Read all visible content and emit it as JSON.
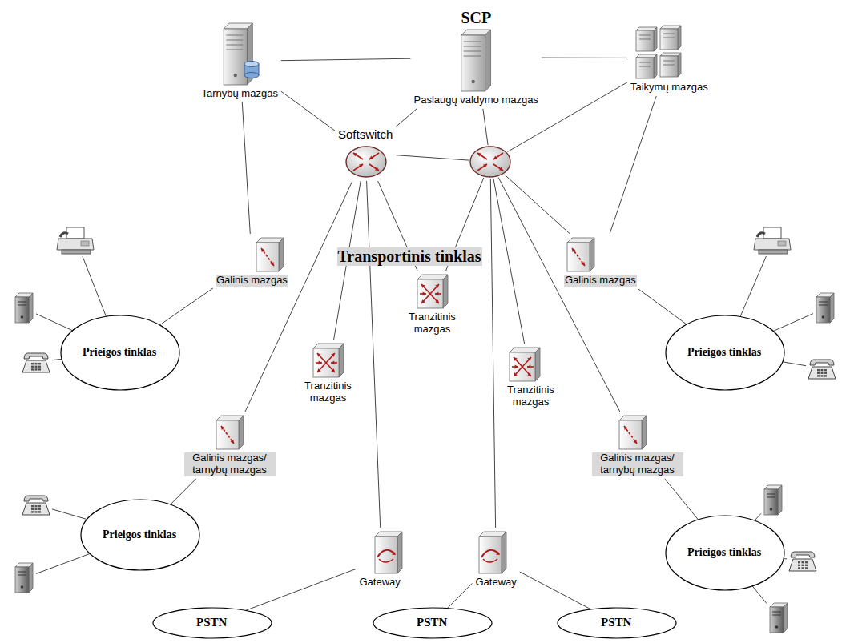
{
  "diagram": {
    "nodes": [
      {
        "text": [
          "Tarnybų mazgas"
        ]
      },
      {
        "text": [
          "SCP",
          "Paslaugų valdymo mazgas"
        ]
      },
      {
        "text": [
          "Taikymų mazgas"
        ]
      },
      {
        "text": [
          "Softswitch"
        ]
      },
      {
        "text": [
          "Transportinis tinklas"
        ]
      },
      {
        "text": [
          "Galinis mazgas"
        ],
        "in": 4
      },
      {
        "text": [
          "Galinis mazgas"
        ],
        "in": 4
      },
      {
        "text": [
          "Tranzitinis mazgas"
        ],
        "in": 4
      },
      {
        "text": [
          "Tranzitinis mazgas"
        ],
        "in": 4
      },
      {
        "text": [
          "Tranzitinis mazgas"
        ],
        "in": 4
      },
      {
        "text": [
          "Galinis mazgas/ tarnybų mazgas"
        ],
        "in": 4
      },
      {
        "text": [
          "Galinis mazgas/ tarnybų mazgas"
        ],
        "in": 4
      },
      {
        "text": [
          "Gateway"
        ],
        "in": 4
      },
      {
        "text": [
          "Gateway"
        ],
        "in": 4
      },
      {
        "text": [
          "Prieigos tinklas"
        ]
      },
      {
        "text": [
          "Prieigos tinklas"
        ]
      },
      {
        "text": [
          "Prieigos tinklas"
        ]
      },
      {
        "text": [
          "Prieigos tinklas"
        ]
      },
      {
        "text": [
          "PSTN"
        ]
      },
      {
        "text": [
          "PSTN"
        ]
      },
      {
        "text": [
          "PSTN"
        ]
      }
    ],
    "edges": [
      {
        "from": 0,
        "to": 1,
        "arrow": "none"
      },
      {
        "from": 1,
        "to": 2,
        "arrow": "none"
      },
      {
        "from": 0,
        "to": 3,
        "arrow": "none"
      },
      {
        "from": 1,
        "to": 3,
        "arrow": "none"
      },
      {
        "from": 0,
        "to": 5,
        "arrow": "none"
      },
      {
        "from": 2,
        "to": 6,
        "arrow": "none"
      },
      {
        "from": 3,
        "to": 7,
        "arrow": "none"
      },
      {
        "from": 3,
        "to": 8,
        "arrow": "none"
      },
      {
        "from": 3,
        "to": 10,
        "arrow": "none"
      },
      {
        "from": 3,
        "to": 12,
        "arrow": "none"
      },
      {
        "from": 5,
        "to": 14,
        "arrow": "none"
      },
      {
        "from": 6,
        "to": 15,
        "arrow": "none"
      },
      {
        "from": 10,
        "to": 16,
        "arrow": "none"
      },
      {
        "from": 11,
        "to": 17,
        "arrow": "none"
      },
      {
        "from": 12,
        "to": 18,
        "arrow": "none"
      },
      {
        "from": 13,
        "to": 19,
        "arrow": "none"
      },
      {
        "from": 13,
        "to": 20,
        "arrow": "none"
      }
    ]
  }
}
